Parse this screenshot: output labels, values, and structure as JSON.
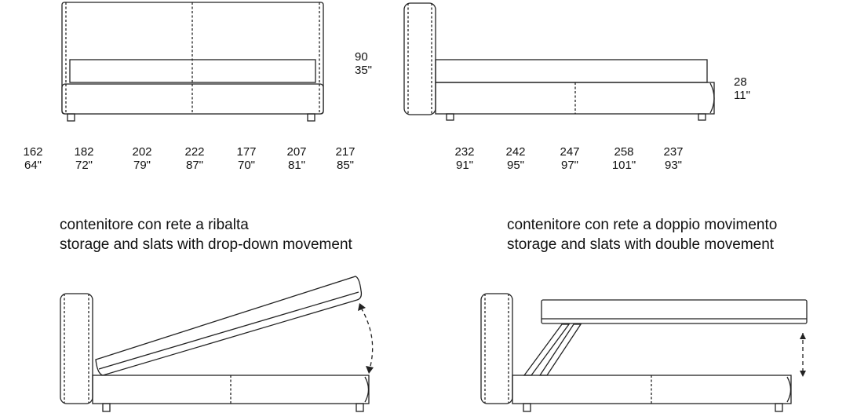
{
  "front_view": {
    "height": {
      "cm": "90",
      "in": "35\""
    }
  },
  "side_view": {
    "frame_height": {
      "cm": "28",
      "in": "11\""
    }
  },
  "widths": [
    {
      "cm": "162",
      "in": "64\""
    },
    {
      "cm": "182",
      "in": "72\""
    },
    {
      "cm": "202",
      "in": "79\""
    },
    {
      "cm": "222",
      "in": "87\""
    },
    {
      "cm": "177",
      "in": "70\""
    },
    {
      "cm": "207",
      "in": "81\""
    },
    {
      "cm": "217",
      "in": "85\""
    }
  ],
  "lengths": [
    {
      "cm": "232",
      "in": "91\""
    },
    {
      "cm": "242",
      "in": "95\""
    },
    {
      "cm": "247",
      "in": "97\""
    },
    {
      "cm": "258",
      "in": "101\""
    },
    {
      "cm": "237",
      "in": "93\""
    }
  ],
  "drop_down": {
    "title_it": "contenitore con rete a ribalta",
    "title_en": "storage and slats with drop-down movement"
  },
  "double": {
    "title_it": "contenitore con rete a doppio movimento",
    "title_en": "storage and slats with double movement"
  },
  "colors": {
    "line": "#222222",
    "background": "#ffffff"
  }
}
